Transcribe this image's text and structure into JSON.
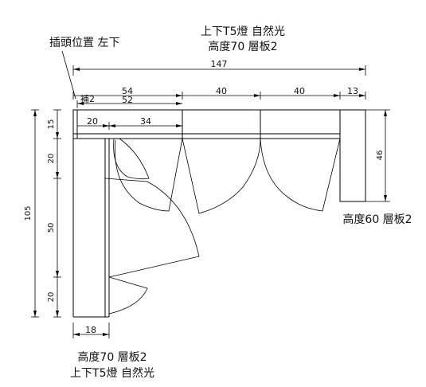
{
  "annotations": {
    "top_lighting": "上下T5燈 自然光",
    "top_height_shelf": "高度70 層板2",
    "plug_position": "插頭位置 左下",
    "right_height_shelf": "高度60 層板2",
    "bottom_height_shelf": "高度70 層板2",
    "bottom_lighting": "上下T5燈 自然光"
  },
  "dimensions": {
    "overall_width": "147",
    "seg_54": "54",
    "seg_52": "52",
    "seg_40a": "40",
    "seg_40b": "40",
    "seg_13": "13",
    "patch_2": "補2",
    "seg_20": "20",
    "seg_34": "34",
    "height_105": "105",
    "left_15": "15",
    "left_20_top": "20",
    "left_50": "50",
    "left_20_bottom": "20",
    "right_46": "46",
    "bottom_18": "18"
  }
}
